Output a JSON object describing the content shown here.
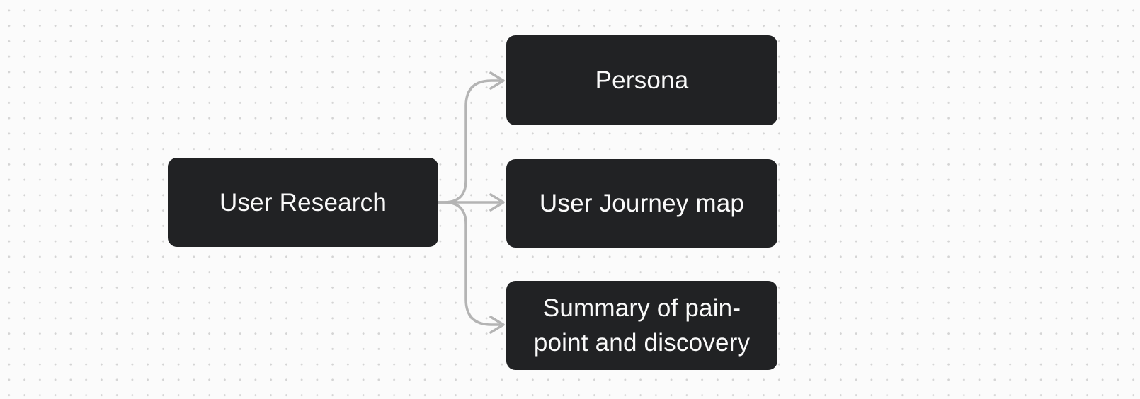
{
  "diagram": {
    "nodes": {
      "root": {
        "label": "User Research"
      },
      "persona": {
        "label": "Persona"
      },
      "journey": {
        "label": "User Journey map"
      },
      "summary": {
        "lines": [
          "Summary of pain-",
          "point and discovery"
        ]
      }
    },
    "connections": [
      {
        "from": "root",
        "to": "persona"
      },
      {
        "from": "root",
        "to": "journey"
      },
      {
        "from": "root",
        "to": "summary"
      }
    ]
  },
  "colors": {
    "canvas_bg": "#fbfbfb",
    "dot": "#d4d4d4",
    "node_bg": "#212224",
    "node_text": "#fafafa",
    "connector": "#b4b4b4"
  }
}
